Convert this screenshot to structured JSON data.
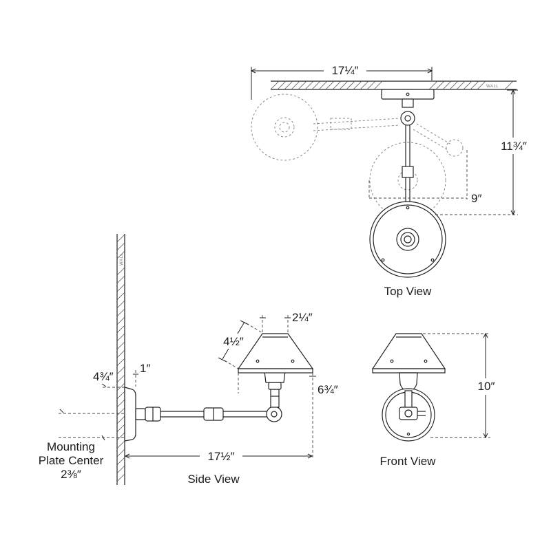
{
  "labels": {
    "wall_top": "WALL",
    "wall_side": "WALL"
  },
  "views": {
    "top": "Top View",
    "side": "Side View",
    "front": "Front View"
  },
  "dimensions": {
    "top_width": "17¼″",
    "top_depth": "11¾″",
    "top_offset": "9″",
    "shade_top": "2¼″",
    "shade_height": "4½″",
    "shade_drop": "6¾″",
    "plate_height": "4¾″",
    "plate_depth": "1″",
    "extension": "17½″",
    "front_height": "10″",
    "plate_center_label_1": "Mounting",
    "plate_center_label_2": "Plate Center",
    "plate_center_value": "2⅜″"
  }
}
